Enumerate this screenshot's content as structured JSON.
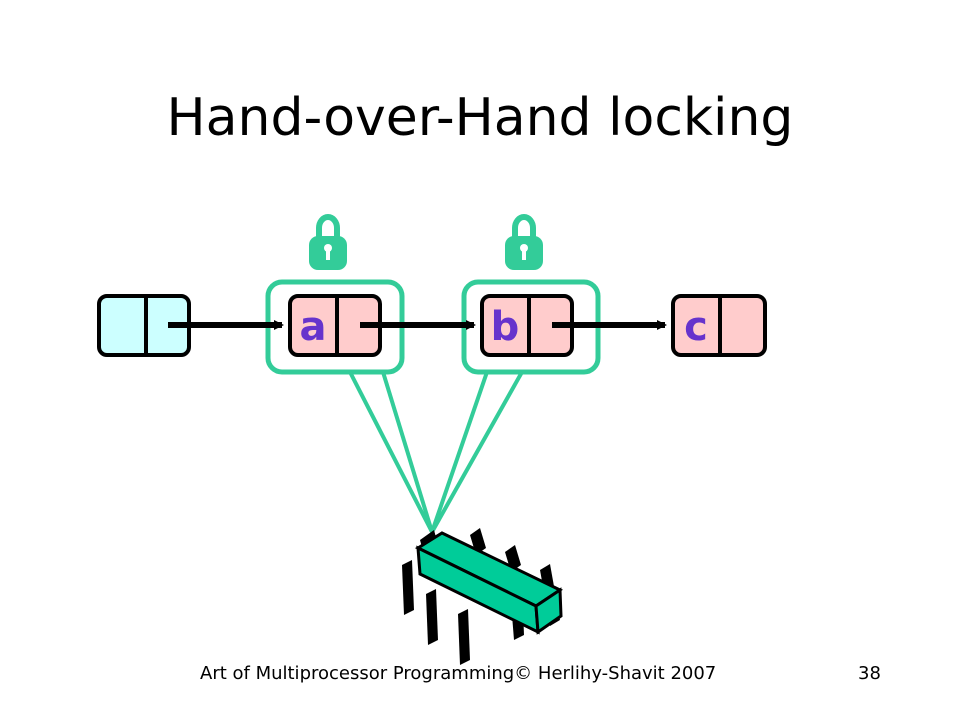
{
  "slide": {
    "title": "Hand-over-Hand locking",
    "footer": "Art of Multiprocessor Programming© Herlihy-Shavit 2007",
    "page_number": "38"
  },
  "nodes": [
    {
      "id": "head",
      "label": ""
    },
    {
      "id": "a",
      "label": "a"
    },
    {
      "id": "b",
      "label": "b"
    },
    {
      "id": "c",
      "label": "c"
    }
  ],
  "colors": {
    "head_fill": "#ccffff",
    "node_fill": "#ffcccc",
    "label_color": "#6633cc",
    "lock_color": "#33cc99",
    "chip_color": "#00cc99"
  },
  "icons": [
    "padlock-icon",
    "padlock-icon",
    "thread-chip-icon"
  ]
}
